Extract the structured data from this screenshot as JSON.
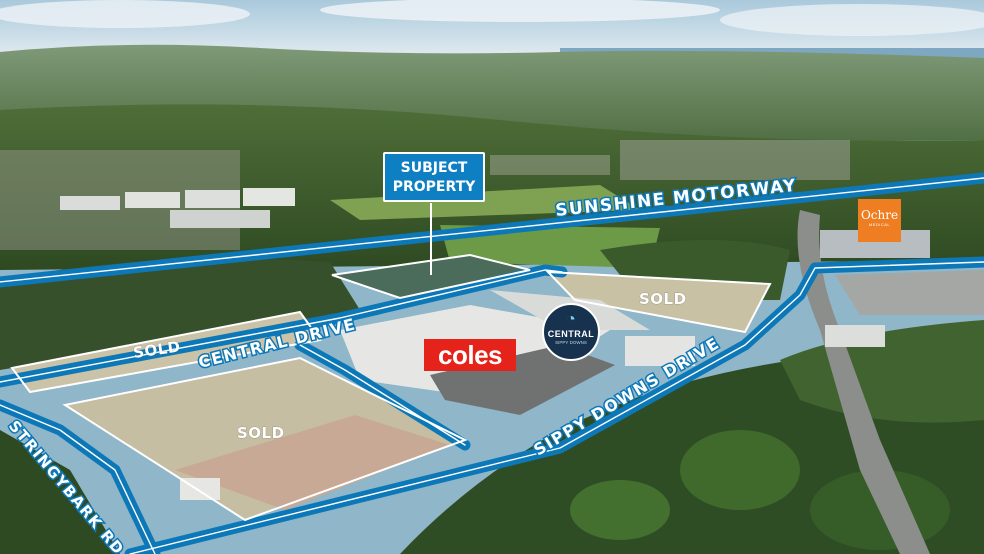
{
  "callout": {
    "subject_property": "SUBJECT\nPROPERTY"
  },
  "roads": {
    "sunshine_motorway": "SUNSHINE MOTORWAY",
    "central_drive": "CENTRAL DRIVE",
    "sippy_downs_drive": "SIPPY DOWNS DRIVE",
    "stringybark_rd": "STRINGYBARK RD"
  },
  "lots": {
    "sold_left": "SOLD",
    "sold_right": "SOLD",
    "sold_bottom": "SOLD"
  },
  "brands": {
    "coles": "coles",
    "central_name": "CENTRAL",
    "central_sub": "SIPPY DOWNS",
    "ochre_name": "Ochre",
    "ochre_sub": "MEDICAL"
  },
  "colors": {
    "road_outline": "#0d78b8",
    "callout_bg": "#0d7fc2",
    "coles_red": "#e5231b",
    "ochre_orange": "#ef7d22",
    "central_navy": "#17324e"
  }
}
